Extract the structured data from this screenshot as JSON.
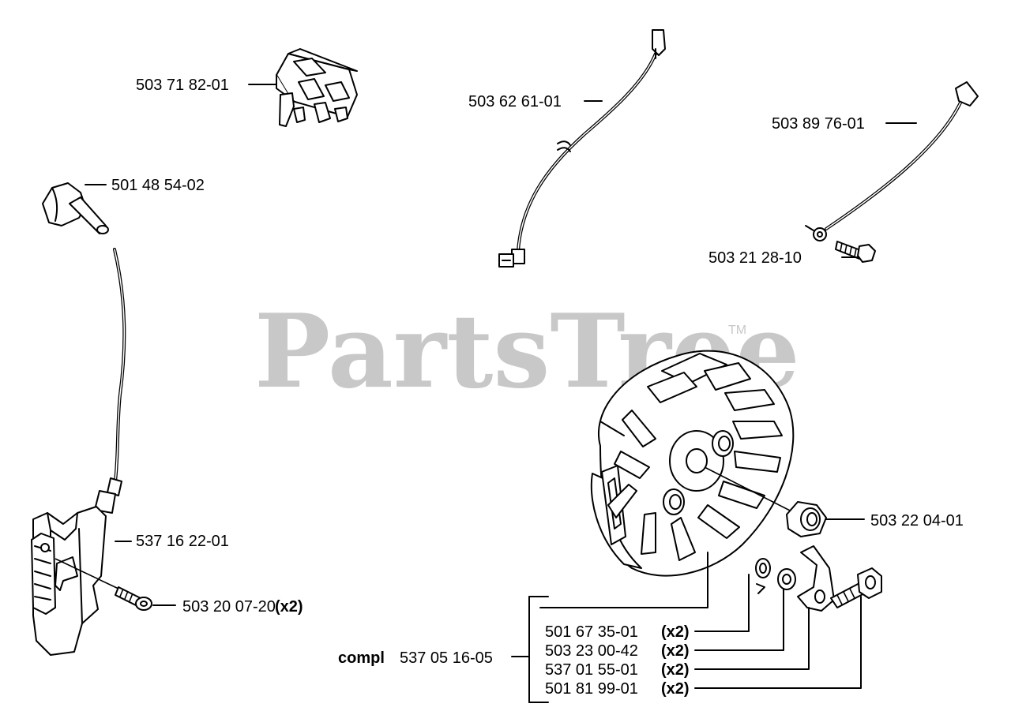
{
  "watermark": {
    "text": "PartsTree",
    "trademark": "TM"
  },
  "parts": [
    {
      "id": "switch",
      "number": "503 71 82-01"
    },
    {
      "id": "short-wire",
      "number": "503 62 61-01"
    },
    {
      "id": "ground-wire",
      "number": "503 89 76-01"
    },
    {
      "id": "spark-plug-cap",
      "number": "501 48 54-02"
    },
    {
      "id": "ground-screw",
      "number": "503 21 28-10"
    },
    {
      "id": "ignition-module",
      "number": "537 16 22-01"
    },
    {
      "id": "module-screw",
      "number": "503 20 07-20",
      "qty": "(x2)"
    },
    {
      "id": "flywheel-nut",
      "number": "503 22 04-01"
    }
  ],
  "kit": {
    "label": "compl",
    "number": "537 05 16-05",
    "items": [
      {
        "number": "501 67 35-01",
        "qty": "(x2)"
      },
      {
        "number": "503 23 00-42",
        "qty": "(x2)"
      },
      {
        "number": "537 01 55-01",
        "qty": "(x2)"
      },
      {
        "number": "501 81 99-01",
        "qty": "(x2)"
      }
    ]
  }
}
